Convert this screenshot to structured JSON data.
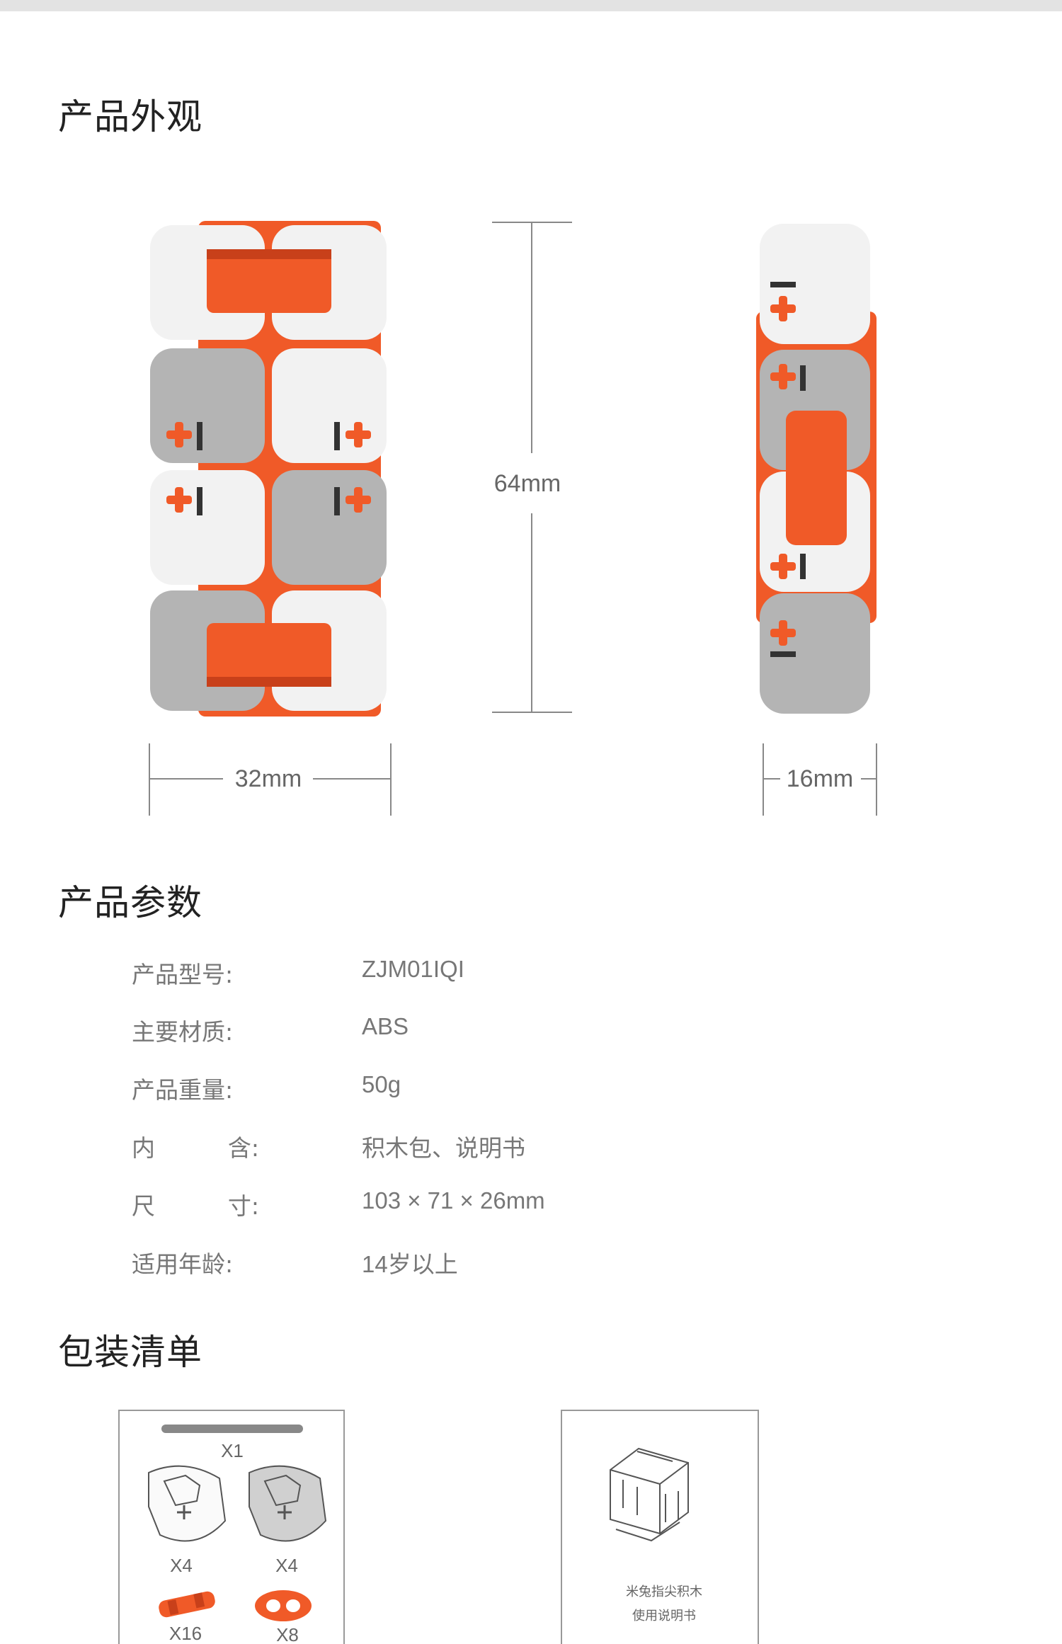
{
  "sections": {
    "appearance": "产品外观",
    "params": "产品参数",
    "package": "包装清单"
  },
  "dimensions": {
    "height": "64mm",
    "width": "32mm",
    "depth": "16mm"
  },
  "params": [
    {
      "key": "产品型号:",
      "value": "ZJM01IQI"
    },
    {
      "key": "主要材质:",
      "value": "ABS"
    },
    {
      "key": "产品重量:",
      "value": "50g"
    },
    {
      "key_a": "内",
      "key_b": "含:",
      "value": "积木包、说明书"
    },
    {
      "key_a": "尺",
      "key_b": "寸:",
      "value": "103 × 71 × 26mm"
    },
    {
      "key": "适用年龄:",
      "value": "14岁以上"
    }
  ],
  "package": {
    "parts": {
      "rod_qty": "X1",
      "white_block_qty": "X4",
      "grey_block_qty": "X4",
      "connector_qty": "X16",
      "link_qty": "X8"
    },
    "manual": {
      "line1": "米兔指尖积木",
      "line2": "使用说明书"
    }
  },
  "colors": {
    "accent": "#f05a28",
    "white_block": "#f2f2f2",
    "grey_block": "#b4b4b4"
  }
}
